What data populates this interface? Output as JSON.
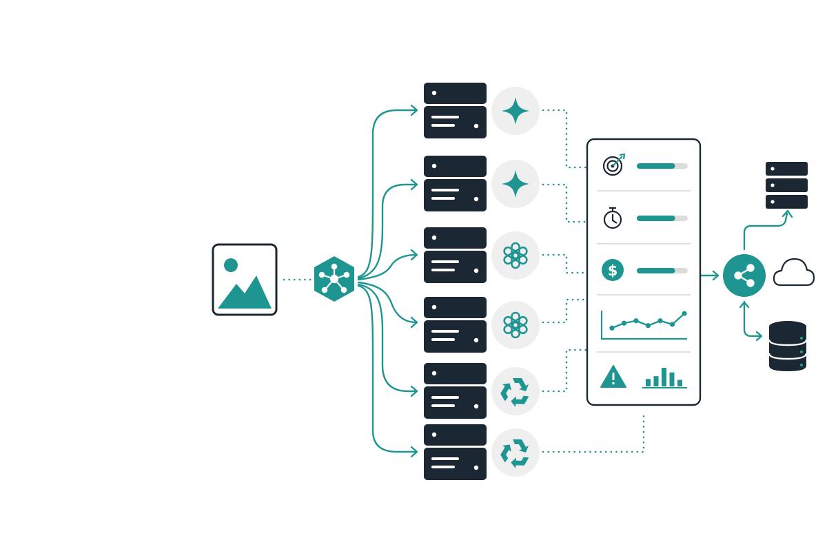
{
  "colors": {
    "accent": "#1e9591",
    "dark": "#1b2733",
    "badge_bg": "#efefef",
    "divider": "#d6d6d6",
    "track": "#dcdcdc"
  },
  "diagram": {
    "input": {
      "icon": "image-icon"
    },
    "router": {
      "icon": "network-hub-icon"
    },
    "servers": [
      {
        "icon": "server-icon",
        "provider_icon": "sparkle-icon"
      },
      {
        "icon": "server-icon",
        "provider_icon": "sparkle-icon"
      },
      {
        "icon": "server-icon",
        "provider_icon": "openai-knot-icon"
      },
      {
        "icon": "server-icon",
        "provider_icon": "openai-knot-icon"
      },
      {
        "icon": "server-icon",
        "provider_icon": "recycle-icon"
      },
      {
        "icon": "server-icon",
        "provider_icon": "recycle-icon"
      }
    ],
    "metrics_panel": {
      "rows": [
        {
          "icon": "target-icon",
          "level": 0.75
        },
        {
          "icon": "stopwatch-icon",
          "level": 0.75
        },
        {
          "icon": "dollar-icon",
          "level": 0.75
        }
      ],
      "trend_chart": {
        "icon": "line-chart-icon",
        "points": [
          0.25,
          0.45,
          0.55,
          0.35,
          0.55,
          0.4,
          0.85
        ]
      },
      "alerts": {
        "icons": [
          "warning-icon",
          "bar-chart-icon"
        ],
        "bars": [
          0.4,
          0.55,
          1.0,
          0.75,
          0.35
        ]
      }
    },
    "distributor": {
      "icon": "share-icon"
    },
    "outputs": [
      {
        "icon": "server-stack-icon"
      },
      {
        "icon": "cloud-icon"
      },
      {
        "icon": "database-icon"
      }
    ]
  }
}
